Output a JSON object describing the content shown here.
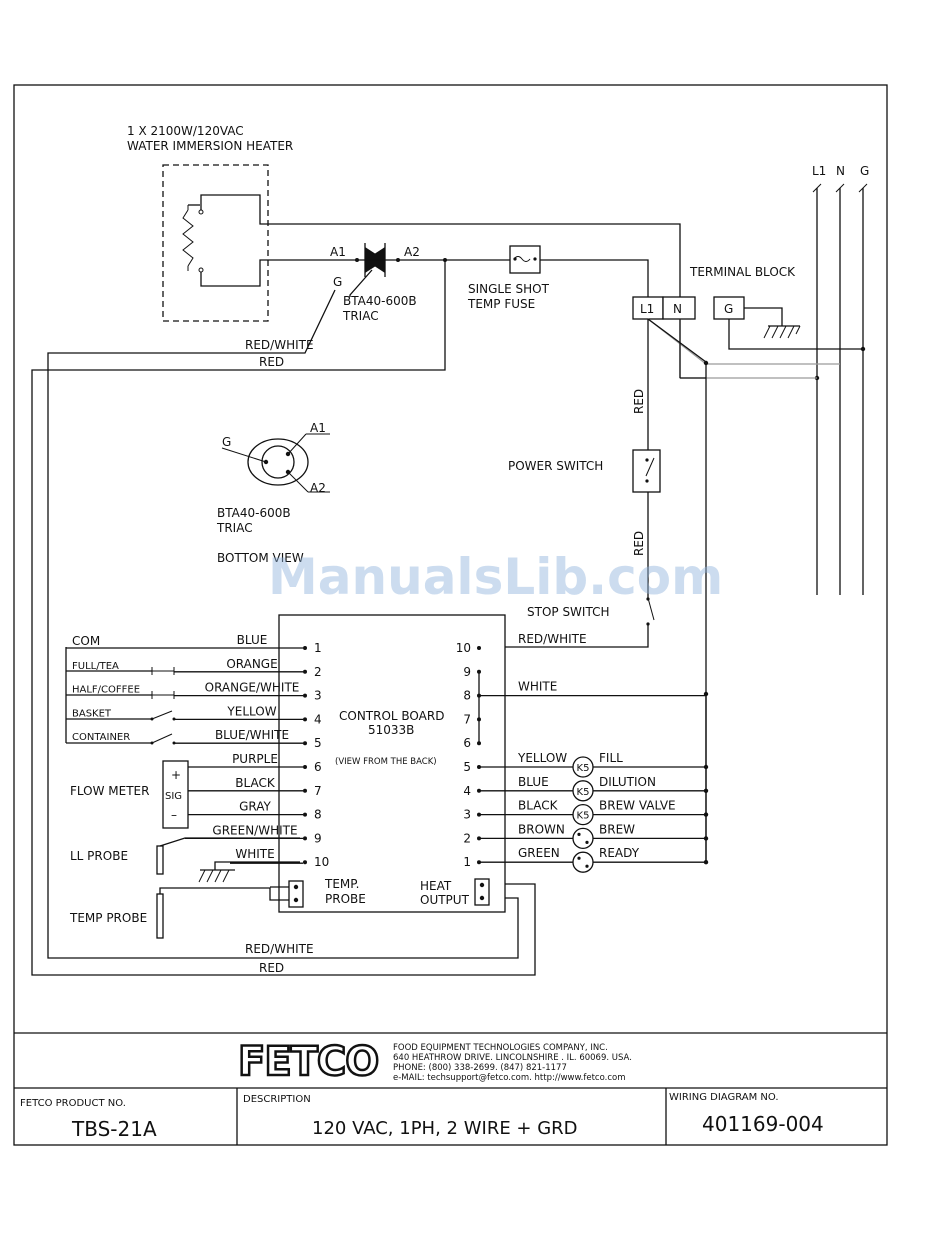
{
  "heater": {
    "line1": "1 X 2100W/120VAC",
    "line2": "WATER IMMERSION HEATER"
  },
  "triac": {
    "a1": "A1",
    "a2": "A2",
    "g": "G",
    "part": "BTA40-600B",
    "type": "TRIAC"
  },
  "fuse": {
    "line1": "SINGLE SHOT",
    "line2": "TEMP FUSE"
  },
  "terminal_block": {
    "title": "TERMINAL BLOCK",
    "l1": "L1",
    "n": "N",
    "g": "G"
  },
  "supply": {
    "l1": "L1",
    "n": "N",
    "g": "G"
  },
  "wire_labels": {
    "red_white": "RED/WHITE",
    "red": "RED",
    "white": "WHITE"
  },
  "triac_bottom": {
    "g": "G",
    "a1": "A1",
    "a2": "A2",
    "part": "BTA40-600B",
    "type": "TRIAC",
    "view": "BOTTOM VIEW"
  },
  "switches": {
    "power": "POWER SWITCH",
    "stop": "STOP SWITCH"
  },
  "watermark": "ManualsLib.com",
  "control_board": {
    "line1": "CONTROL BOARD",
    "line2": "51033B",
    "note": "(VIEW FROM THE BACK)",
    "temp_probe_l1": "TEMP.",
    "temp_probe_l2": "PROBE",
    "heat_l1": "HEAT",
    "heat_l2": "OUTPUT"
  },
  "left_pins": [
    {
      "num": "1",
      "wire": "BLUE",
      "device": "COM"
    },
    {
      "num": "2",
      "wire": "ORANGE",
      "device": "FULL/TEA"
    },
    {
      "num": "3",
      "wire": "ORANGE/WHITE",
      "device": "HALF/COFFEE"
    },
    {
      "num": "4",
      "wire": "YELLOW",
      "device": "BASKET"
    },
    {
      "num": "5",
      "wire": "BLUE/WHITE",
      "device": "CONTAINER"
    },
    {
      "num": "6",
      "wire": "PURPLE",
      "device": ""
    },
    {
      "num": "7",
      "wire": "BLACK",
      "device": ""
    },
    {
      "num": "8",
      "wire": "GRAY",
      "device": ""
    },
    {
      "num": "9",
      "wire": "GREEN/WHITE",
      "device": ""
    },
    {
      "num": "10",
      "wire": "WHITE",
      "device": ""
    }
  ],
  "right_pins": [
    {
      "num": "10",
      "wire": "RED/WHITE",
      "device": ""
    },
    {
      "num": "9",
      "wire": "",
      "device": ""
    },
    {
      "num": "8",
      "wire": "WHITE",
      "device": ""
    },
    {
      "num": "7",
      "wire": "",
      "device": ""
    },
    {
      "num": "6",
      "wire": "",
      "device": ""
    },
    {
      "num": "5",
      "wire": "YELLOW",
      "device": "FILL",
      "symbol": "K5"
    },
    {
      "num": "4",
      "wire": "BLUE",
      "device": "DILUTION",
      "symbol": "K5"
    },
    {
      "num": "3",
      "wire": "BLACK",
      "device": "BREW VALVE",
      "symbol": "K5"
    },
    {
      "num": "2",
      "wire": "BROWN",
      "device": "BREW",
      "symbol": ""
    },
    {
      "num": "1",
      "wire": "GREEN",
      "device": "READY",
      "symbol": ""
    }
  ],
  "flow_meter": {
    "label": "FLOW METER",
    "plus": "+",
    "sig": "SIG",
    "minus": "–"
  },
  "probes": {
    "ll": "LL PROBE",
    "temp": "TEMP PROBE"
  },
  "company": {
    "logo": "FETCO",
    "name": "FOOD EQUIPMENT TECHNOLOGIES COMPANY, INC.",
    "address": "640 HEATHROW DRIVE. LINCOLNSHIRE . IL. 60069. USA.",
    "phone": "PHONE: (800) 338-2699. (847) 821-1177",
    "email": "e-MAIL: techsupport@fetco.com.   http://www.fetco.com"
  },
  "title_block": {
    "product_label": "FETCO PRODUCT NO.",
    "product_value": "TBS-21A",
    "desc_label": "DESCRIPTION",
    "desc_value": "120 VAC, 1PH, 2 WIRE + GRD",
    "diagram_label": "WIRING DIAGRAM NO.",
    "diagram_value": "401169-004"
  }
}
